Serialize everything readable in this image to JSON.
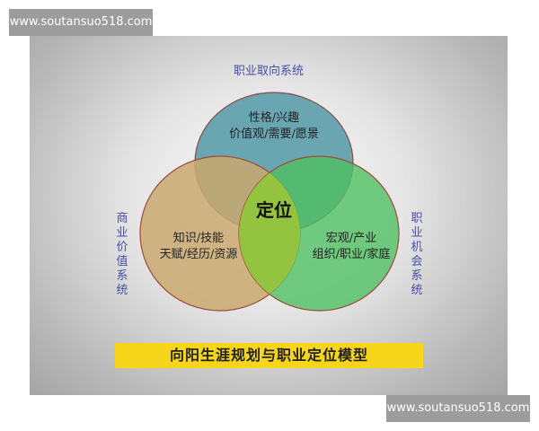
{
  "watermarks": [
    "www.soutansuo518.com",
    "www.soutansuo518.com"
  ],
  "diagram": {
    "type": "venn",
    "top_system": "职业取向系统",
    "left_system": "商业价值系统",
    "right_system": "职业机会系统",
    "top_circle": {
      "lines": [
        "性格/兴趣",
        "价值观/需要/愿景"
      ],
      "color": "#6aa6b2"
    },
    "left_circle": {
      "lines": [
        "知识/技能",
        "天赋/经历/资源"
      ],
      "color": "#c9a86f"
    },
    "right_circle": {
      "lines": [
        "宏观/产业",
        "组织/职业/家庭"
      ],
      "color": "#4fbf62"
    },
    "center": "定位",
    "title": "向阳生涯规划与职业定位模型"
  }
}
